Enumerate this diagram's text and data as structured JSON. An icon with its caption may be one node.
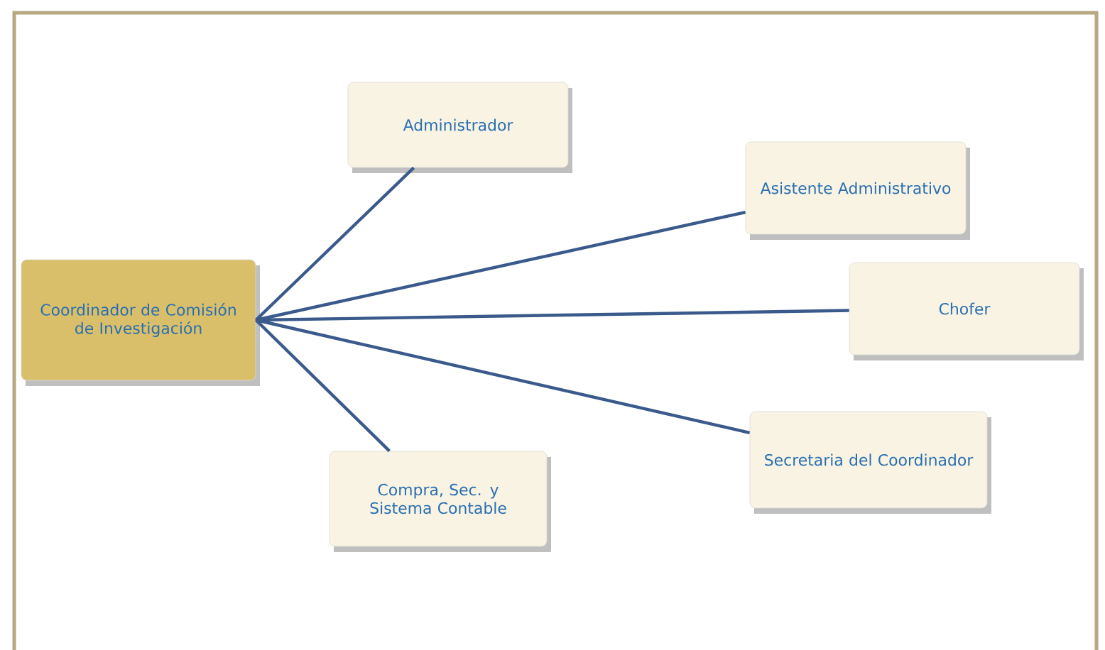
{
  "diagram": {
    "nodes": [
      {
        "text": [
          "Coordinador de Comisión de Investigación"
        ]
      },
      {
        "text": [
          "Administrador"
        ]
      },
      {
        "text": [
          "Asistente Administrativo"
        ]
      },
      {
        "text": [
          "Chofer"
        ]
      },
      {
        "text": [
          "Secretaria del Coordinador"
        ]
      },
      {
        "text": [
          "Compra, Sec. y Sistema Contable"
        ]
      }
    ],
    "edges": [
      {
        "from": 0,
        "to": 1,
        "arrow": "none"
      },
      {
        "from": 0,
        "to": 2,
        "arrow": "none"
      },
      {
        "from": 0,
        "to": 3,
        "arrow": "none"
      },
      {
        "from": 0,
        "to": 4,
        "arrow": "none"
      },
      {
        "from": 0,
        "to": 5,
        "arrow": "none"
      }
    ]
  }
}
